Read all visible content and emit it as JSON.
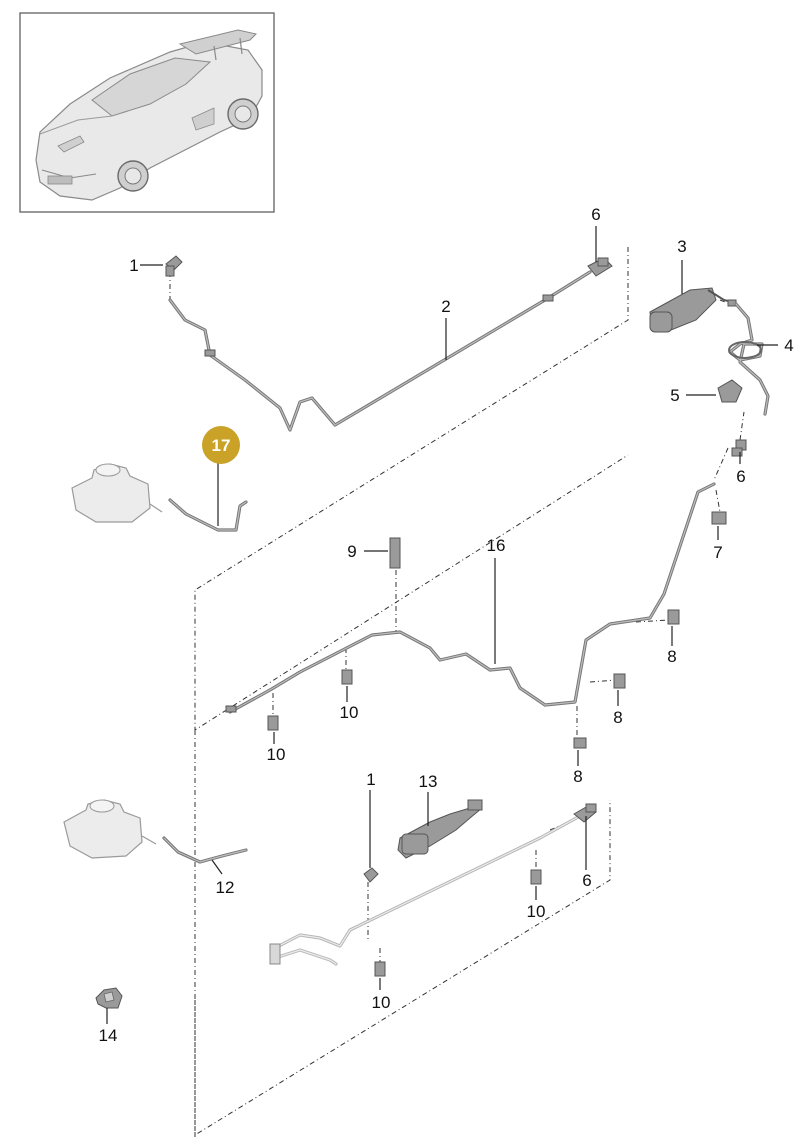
{
  "highlight_color": "#c9a227",
  "callouts": {
    "c1_top": "1",
    "c2": "2",
    "c3": "3",
    "c4": "4",
    "c5": "5",
    "c6_top": "6",
    "c6_mid": "6",
    "c6_bottom": "6",
    "c7": "7",
    "c8_a": "8",
    "c8_b": "8",
    "c8_c": "8",
    "c9": "9",
    "c10_a": "10",
    "c10_b": "10",
    "c10_c": "10",
    "c10_d": "10",
    "c12": "12",
    "c13": "13",
    "c1_bottom": "1",
    "c14": "14",
    "c16": "16",
    "c17": "17"
  }
}
